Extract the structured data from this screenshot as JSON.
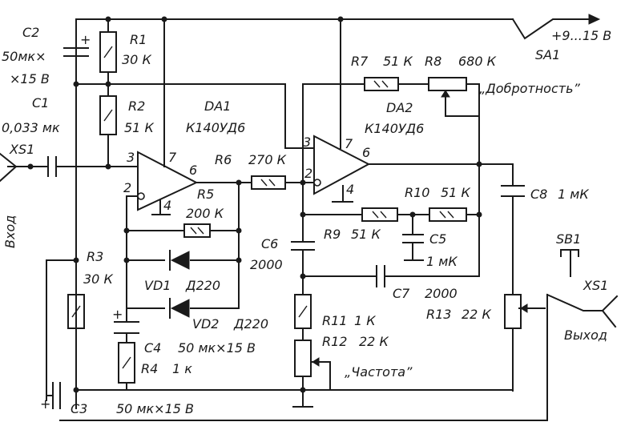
{
  "components": {
    "c2": {
      "ref": "C2",
      "value_a": "50мк×",
      "value_b": "×15 В"
    },
    "c1": {
      "ref": "C1",
      "value": "0,033 мк"
    },
    "r1": {
      "ref": "R1",
      "value": "30 К"
    },
    "r2": {
      "ref": "R2",
      "value": "51 К"
    },
    "r3": {
      "ref": "R3",
      "value": "30 К"
    },
    "r4": {
      "ref": "R4",
      "value": "1 к"
    },
    "r5": {
      "ref": "R5",
      "value": "200 К"
    },
    "r6": {
      "ref": "R6",
      "value": "270 К"
    },
    "r7": {
      "ref": "R7",
      "value": "51 К"
    },
    "r8": {
      "ref": "R8",
      "value": "680 К"
    },
    "r9": {
      "ref": "R9",
      "value": "51 К"
    },
    "r10": {
      "ref": "R10",
      "value": "51 К"
    },
    "r11": {
      "ref": "R11",
      "value": "1 К"
    },
    "r12": {
      "ref": "R12",
      "value": "22 К"
    },
    "r13": {
      "ref": "R13",
      "value": "22 К"
    },
    "c3": {
      "ref": "C3",
      "value": "50 мк×15 В"
    },
    "c4": {
      "ref": "C4",
      "value": "50 мк×15 В"
    },
    "c5": {
      "ref": "C5",
      "value": "1 мК"
    },
    "c6": {
      "ref": "C6",
      "value": "2000"
    },
    "c7": {
      "ref": "C7",
      "value": "2000"
    },
    "c8": {
      "ref": "C8",
      "value": "1 мК"
    },
    "vd1": {
      "ref": "VD1",
      "value": "Д220"
    },
    "vd2": {
      "ref": "VD2",
      "value": "Д220"
    },
    "da1": {
      "ref": "DA1",
      "part": "К140УД6"
    },
    "da2": {
      "ref": "DA2",
      "part": "К140УД6"
    },
    "sa1": {
      "ref": "SA1"
    },
    "sb1": {
      "ref": "SB1"
    },
    "xs1_in": {
      "ref": "XS1"
    },
    "xs1_out": {
      "ref": "XS1"
    }
  },
  "labels": {
    "supply": "+9...15 В",
    "quality": "„Добротность”",
    "frequency": "„Частота”",
    "input": "Вход",
    "output": "Выход"
  },
  "pins": {
    "da1_in_plus": "3",
    "da1_in_minus": "2",
    "da1_vplus": "7",
    "da1_out": "6",
    "da1_vminus": "4",
    "da2_in_plus": "3",
    "da2_in_minus": "2",
    "da2_vplus": "7",
    "da2_out": "6",
    "da2_vminus": "4"
  },
  "polarity": {
    "plus": "+"
  }
}
